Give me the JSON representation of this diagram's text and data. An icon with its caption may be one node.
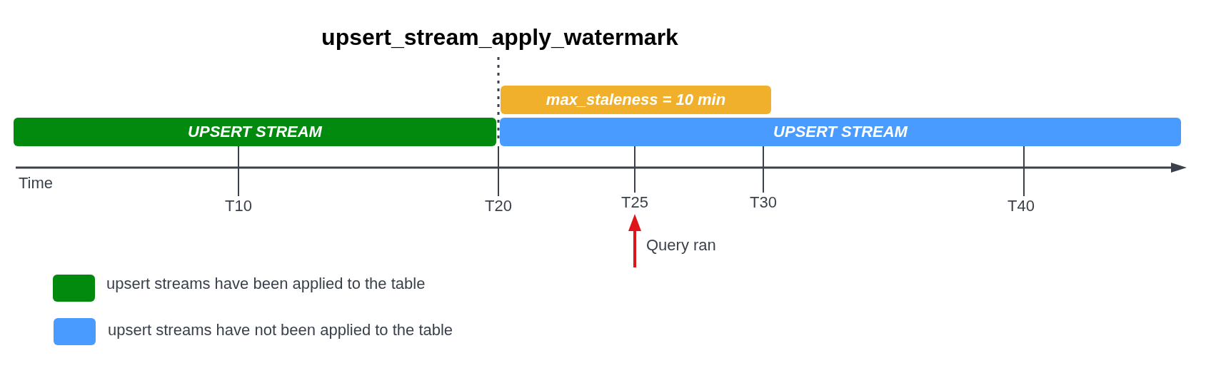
{
  "diagram": {
    "title": "upsert_stream_apply_watermark",
    "nodes": [
      {
        "text": [
          "max_staleness = 10 min"
        ]
      },
      {
        "text": [
          "UPSERT STREAM"
        ]
      },
      {
        "text": [
          "UPSERT STREAM"
        ]
      }
    ],
    "edges": [],
    "labels": [
      "Time",
      "T10",
      "T20",
      "T25",
      "T30",
      "T40",
      "Query ran"
    ],
    "legend": [
      {
        "text": "upsert streams have been applied to the table",
        "color": "#028a0f"
      },
      {
        "text": "upsert streams have not been applied to the table",
        "color": "#4a9bff"
      }
    ]
  }
}
